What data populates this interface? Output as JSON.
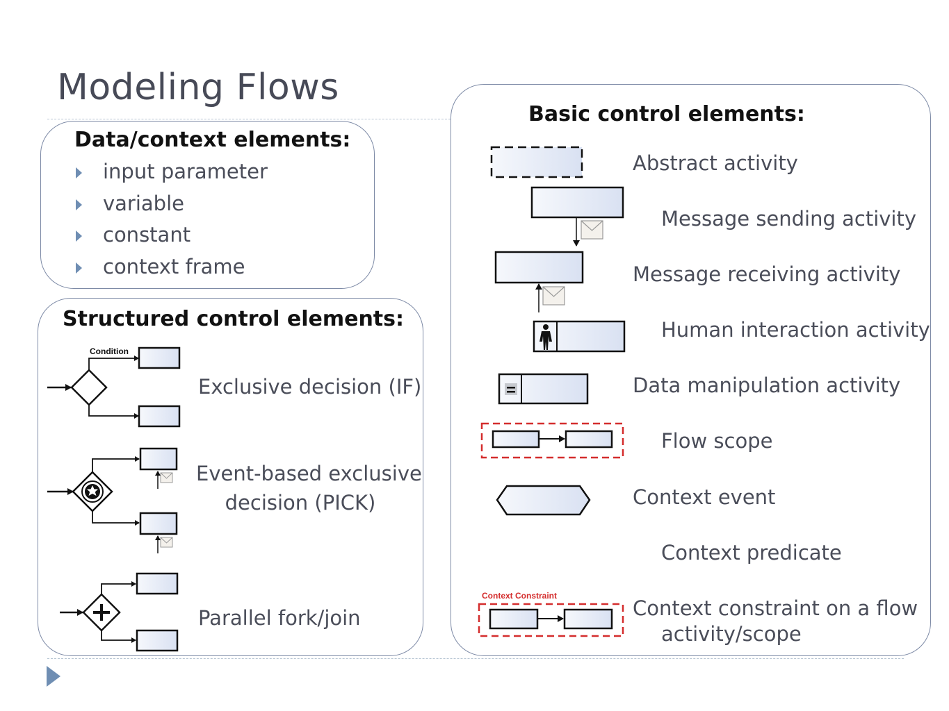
{
  "slide": {
    "title": "Modeling Flows"
  },
  "data_context": {
    "heading": "Data/context elements:",
    "items": [
      "input parameter",
      "variable",
      "constant",
      "context frame"
    ]
  },
  "structured": {
    "heading": "Structured control elements:",
    "condition_label": "Condition",
    "labels": {
      "exclusive": "Exclusive decision (IF)",
      "event_line1": "Event-based exclusive",
      "event_line2": "decision (PICK)",
      "parallel": "Parallel fork/join"
    }
  },
  "basic": {
    "heading": "Basic control elements:",
    "constraint_tag": "Context Constraint",
    "labels": {
      "abstract": "Abstract activity",
      "msg_send": "Message sending activity",
      "msg_recv": "Message receiving activity",
      "human": "Human interaction activity",
      "data_manip": "Data manipulation activity",
      "flow_scope": "Flow scope",
      "ctx_event": "Context event",
      "ctx_pred": "Context predicate",
      "ctx_constraint_line1": "Context constraint on a flow",
      "ctx_constraint_line2": "activity/scope"
    }
  },
  "icons": [
    "envelope-icon",
    "person-icon",
    "equals-icon",
    "plus-icon",
    "star-icon",
    "nav-triangle-icon"
  ],
  "colors": {
    "box_fill": "#e3e8f5",
    "dashed_red": "#d42d2d",
    "panel_border": "#7d8aa6",
    "bullet": "#6f8eb3"
  }
}
